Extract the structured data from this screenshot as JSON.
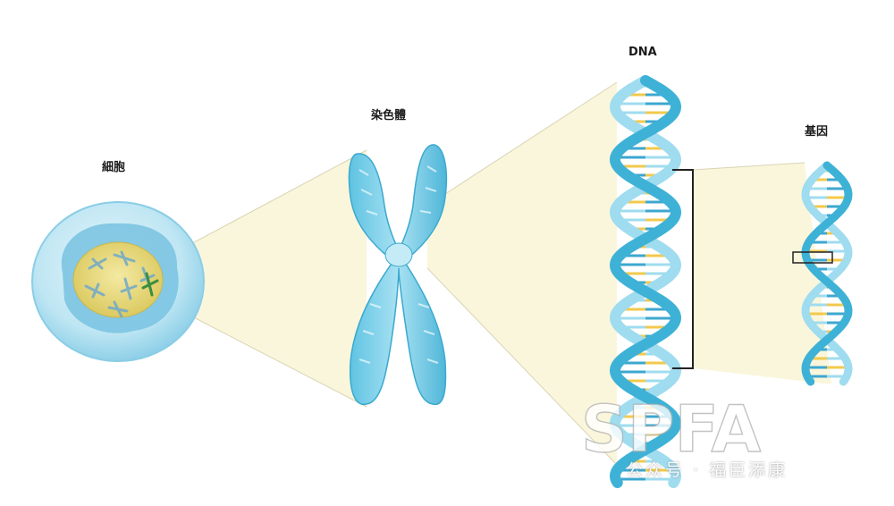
{
  "labels": {
    "cell": "細胞",
    "chromosome": "染色體",
    "dna": "DNA",
    "gene": "基因"
  },
  "watermark": {
    "logo_text": "SPFA",
    "caption": "公众号 · 福臣添康"
  },
  "colors": {
    "helix": "#3eb2d6",
    "helix_light": "#9fdcef",
    "base_blue": "#3da7cf",
    "base_yellow": "#f2c94c",
    "cell_outer": "#bfe6f3",
    "nucleus": "#e9d96b",
    "zoom_wedge": "#faf6dc"
  }
}
